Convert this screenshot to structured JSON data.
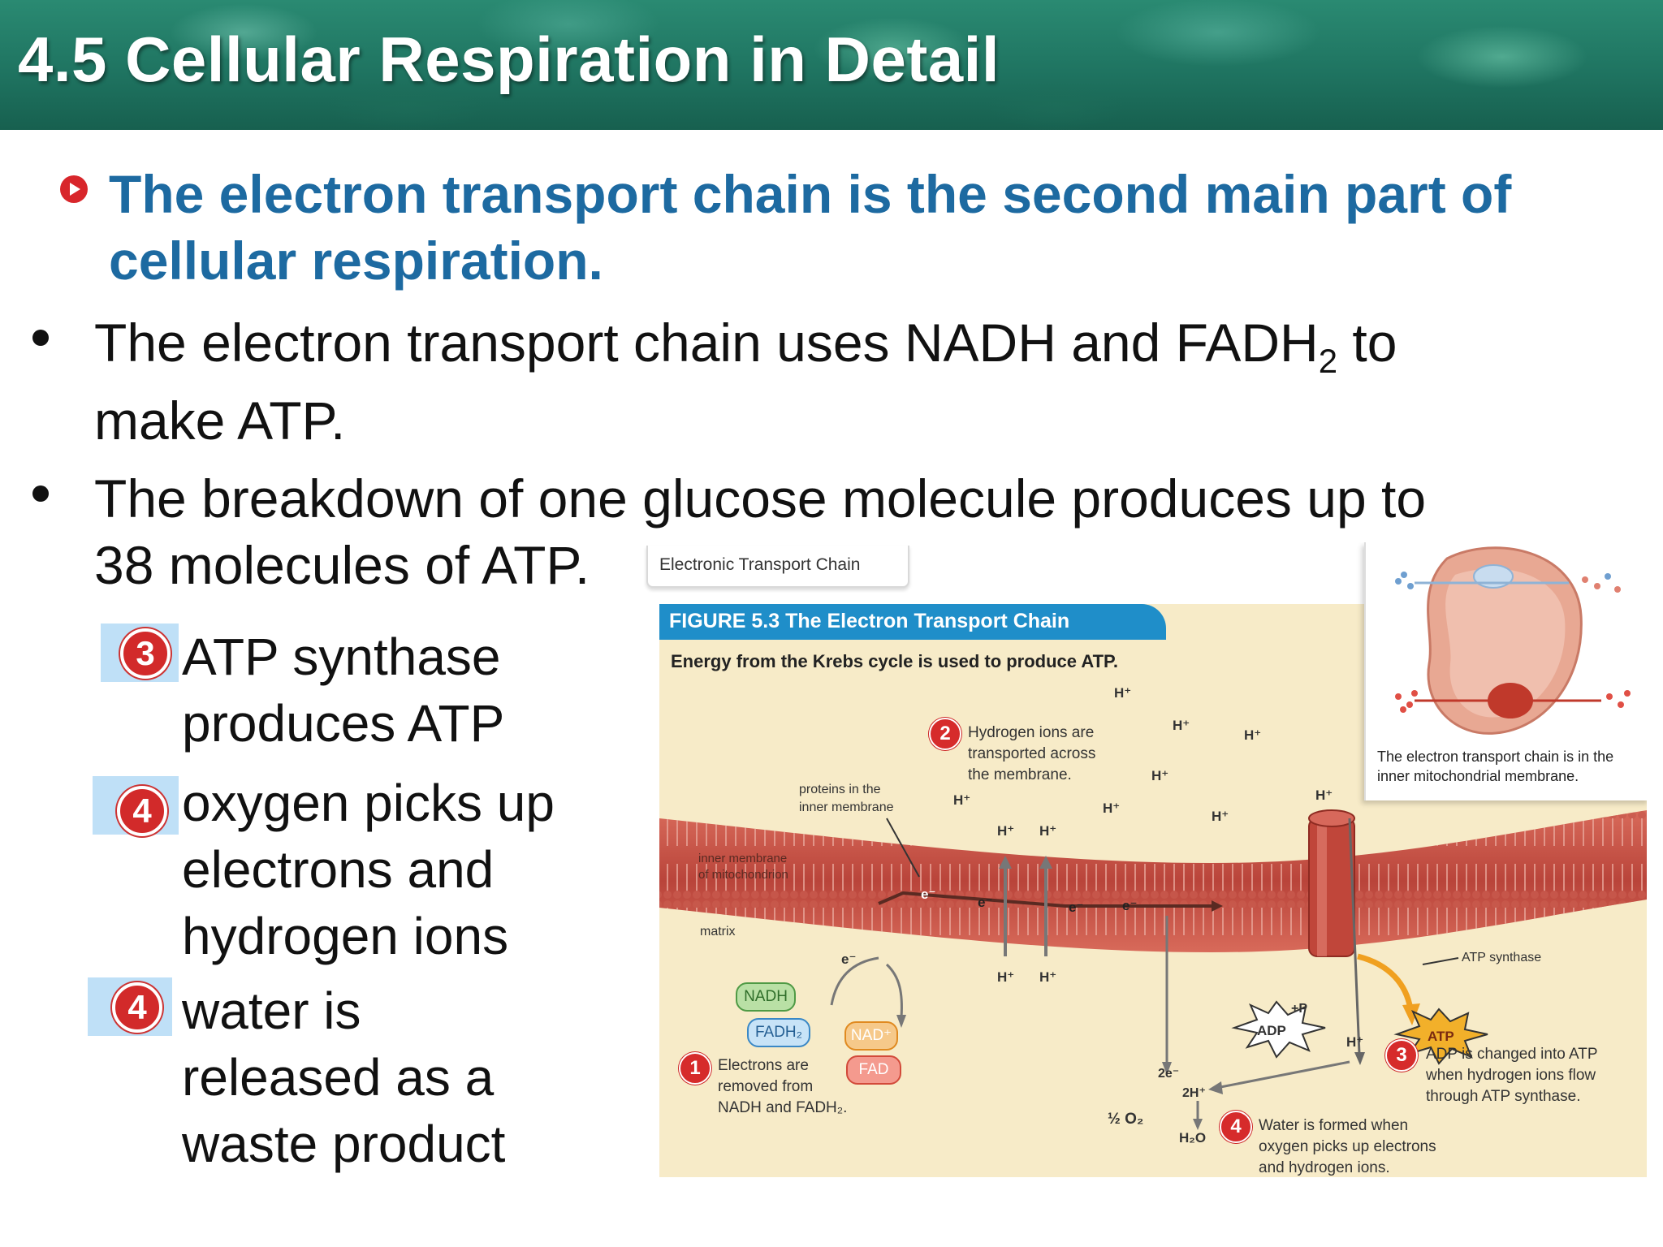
{
  "header": {
    "title": "4.5 Cellular Respiration in Detail"
  },
  "heading": "The electron transport chain is the second main part of cellular respiration.",
  "bullets": [
    {
      "text_before_sub": "The electron transport chain uses NADH and FADH",
      "sub": "2",
      "text_after_sub": " to",
      "line2": "make ATP."
    },
    {
      "line1": "The breakdown of one glucose molecule produces up to",
      "line2": "38 molecules of ATP."
    }
  ],
  "steps": [
    {
      "num": "3",
      "line1": "ATP synthase",
      "line2": "produces ATP"
    },
    {
      "num": "4",
      "line1": "oxygen picks up",
      "line2": "electrons and",
      "line3": "hydrogen ions"
    },
    {
      "num": "4",
      "line1": "water is",
      "line2": "released as a",
      "line3": "waste product"
    }
  ],
  "figure": {
    "tab_label": "Electronic Transport Chain",
    "title": "FIGURE 5.3  The Electron Transport Chain",
    "subtitle": "Energy from the Krebs cycle is used to produce ATP.",
    "inset_caption": "The electron transport chain is in the inner mitochondrial membrane.",
    "proteins_label_1": "proteins in the",
    "proteins_label_2": "inner membrane",
    "inner_membrane_1": "inner membrane",
    "inner_membrane_2": "of mitochondrion",
    "matrix_label": "matrix",
    "hydrogen_ion": "H⁺",
    "electron": "e⁻",
    "two_electrons": "2e⁻",
    "two_h": "2H⁺",
    "half_o2": "½ O₂",
    "water": "H₂O",
    "plus_p": "+P",
    "adp": "ADP",
    "atp": "ATP",
    "atp_synthase": "ATP synthase",
    "pills": {
      "nadh": "NADH",
      "fadh2": "FADH₂",
      "nad": "NAD⁺",
      "fad": "FAD"
    },
    "step1": {
      "num": "1",
      "line1": "Electrons are",
      "line2": "removed from",
      "line3": "NADH and FADH₂."
    },
    "step2": {
      "num": "2",
      "line1": "Hydrogen ions are",
      "line2": "transported across",
      "line3": "the membrane."
    },
    "step3": {
      "num": "3",
      "line1": "ADP is changed into ATP",
      "line2": "when hydrogen ions flow",
      "line3": "through ATP synthase."
    },
    "step4": {
      "num": "4",
      "line1": "Water is formed when",
      "line2": "oxygen picks up electrons",
      "line3": "and hydrogen ions."
    }
  },
  "colors": {
    "heading": "#1d6aa1",
    "badge": "#d22a2a",
    "badge_bg": "#bfe0f7",
    "figure_bar": "#1f8ec9",
    "membrane": "#c9554a"
  }
}
